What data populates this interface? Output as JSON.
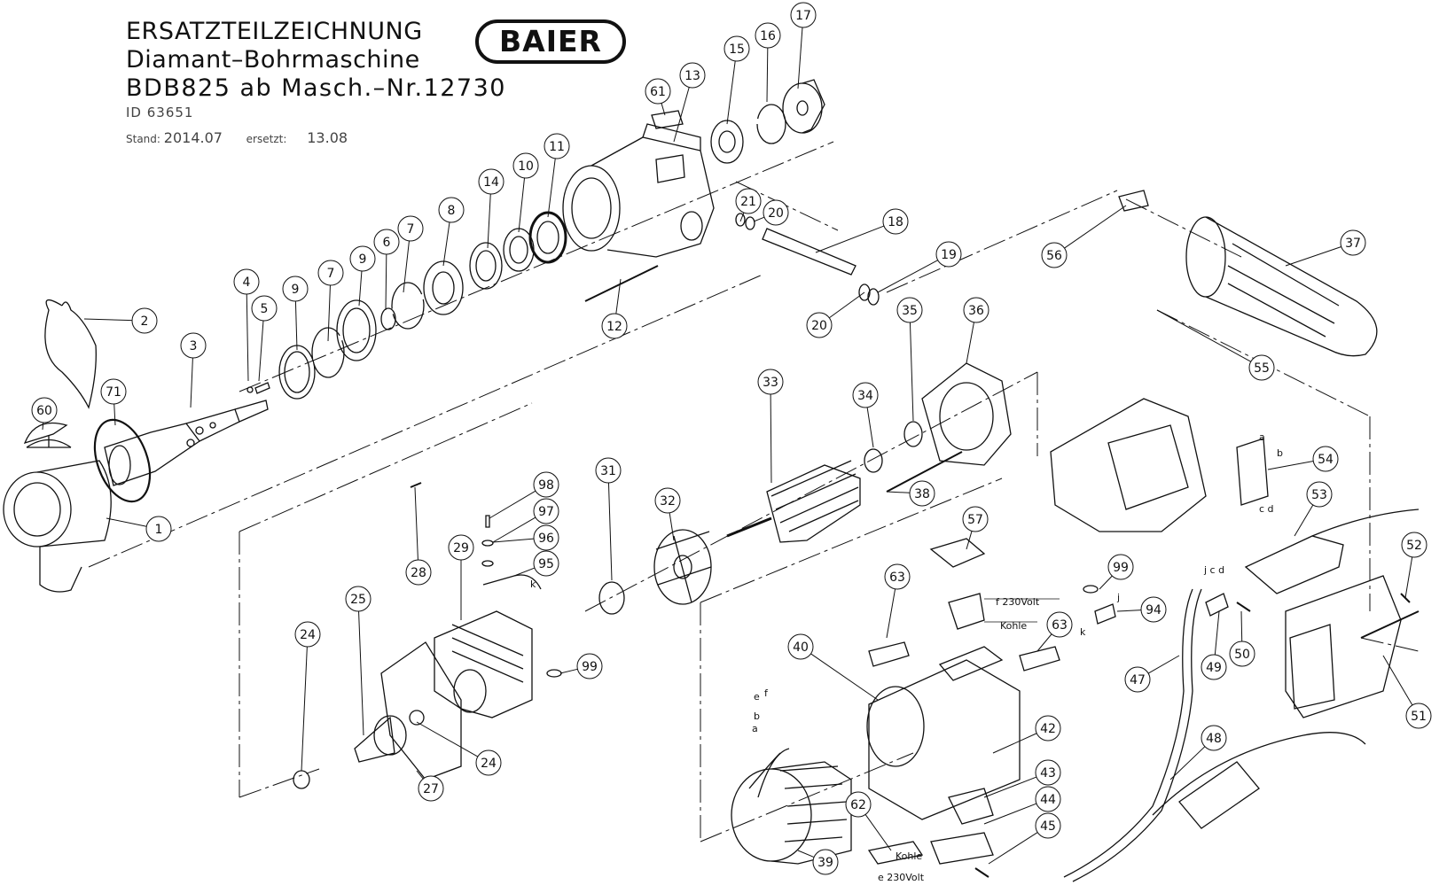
{
  "header": {
    "line1": "ERSATZTEILZEICHNUNG",
    "line2": "Diamant–Bohrmaschine",
    "line3": "BDB825  ab  Masch.–Nr.12730",
    "id_line": "ID 63651",
    "stand_label": "Stand:",
    "stand_value": "2014.07",
    "ersetzt_label": "ersetzt:",
    "ersetzt_value": "13.08"
  },
  "logo": {
    "text": "BAIER"
  },
  "colors": {
    "line": "#111111",
    "background": "#ffffff"
  },
  "parts": [
    "1",
    "2",
    "3",
    "4",
    "5",
    "6",
    "7",
    "7",
    "8",
    "9",
    "9",
    "10",
    "11",
    "12",
    "13",
    "14",
    "15",
    "16",
    "17",
    "18",
    "19",
    "20",
    "20",
    "21",
    "24",
    "24",
    "25",
    "27",
    "28",
    "29",
    "31",
    "32",
    "33",
    "34",
    "35",
    "36",
    "37",
    "38",
    "39",
    "40",
    "42",
    "43",
    "44",
    "45",
    "47",
    "48",
    "49",
    "50",
    "51",
    "52",
    "53",
    "54",
    "55",
    "56",
    "57",
    "60",
    "61",
    "62",
    "63",
    "63",
    "71",
    "94",
    "95",
    "96",
    "97",
    "98",
    "99",
    "99"
  ],
  "wire_labels": {
    "f_230": "f 230Volt",
    "kohle_top": "Kohle",
    "kohle_bottom": "Kohle",
    "e_230": "e 230Volt",
    "k1": "k",
    "k2": "k",
    "j": "j",
    "jcd": "j c d",
    "a": "a",
    "b": "b",
    "cd": "c d",
    "e": "e",
    "f": "f",
    "b2": "b",
    "a2": "a"
  }
}
